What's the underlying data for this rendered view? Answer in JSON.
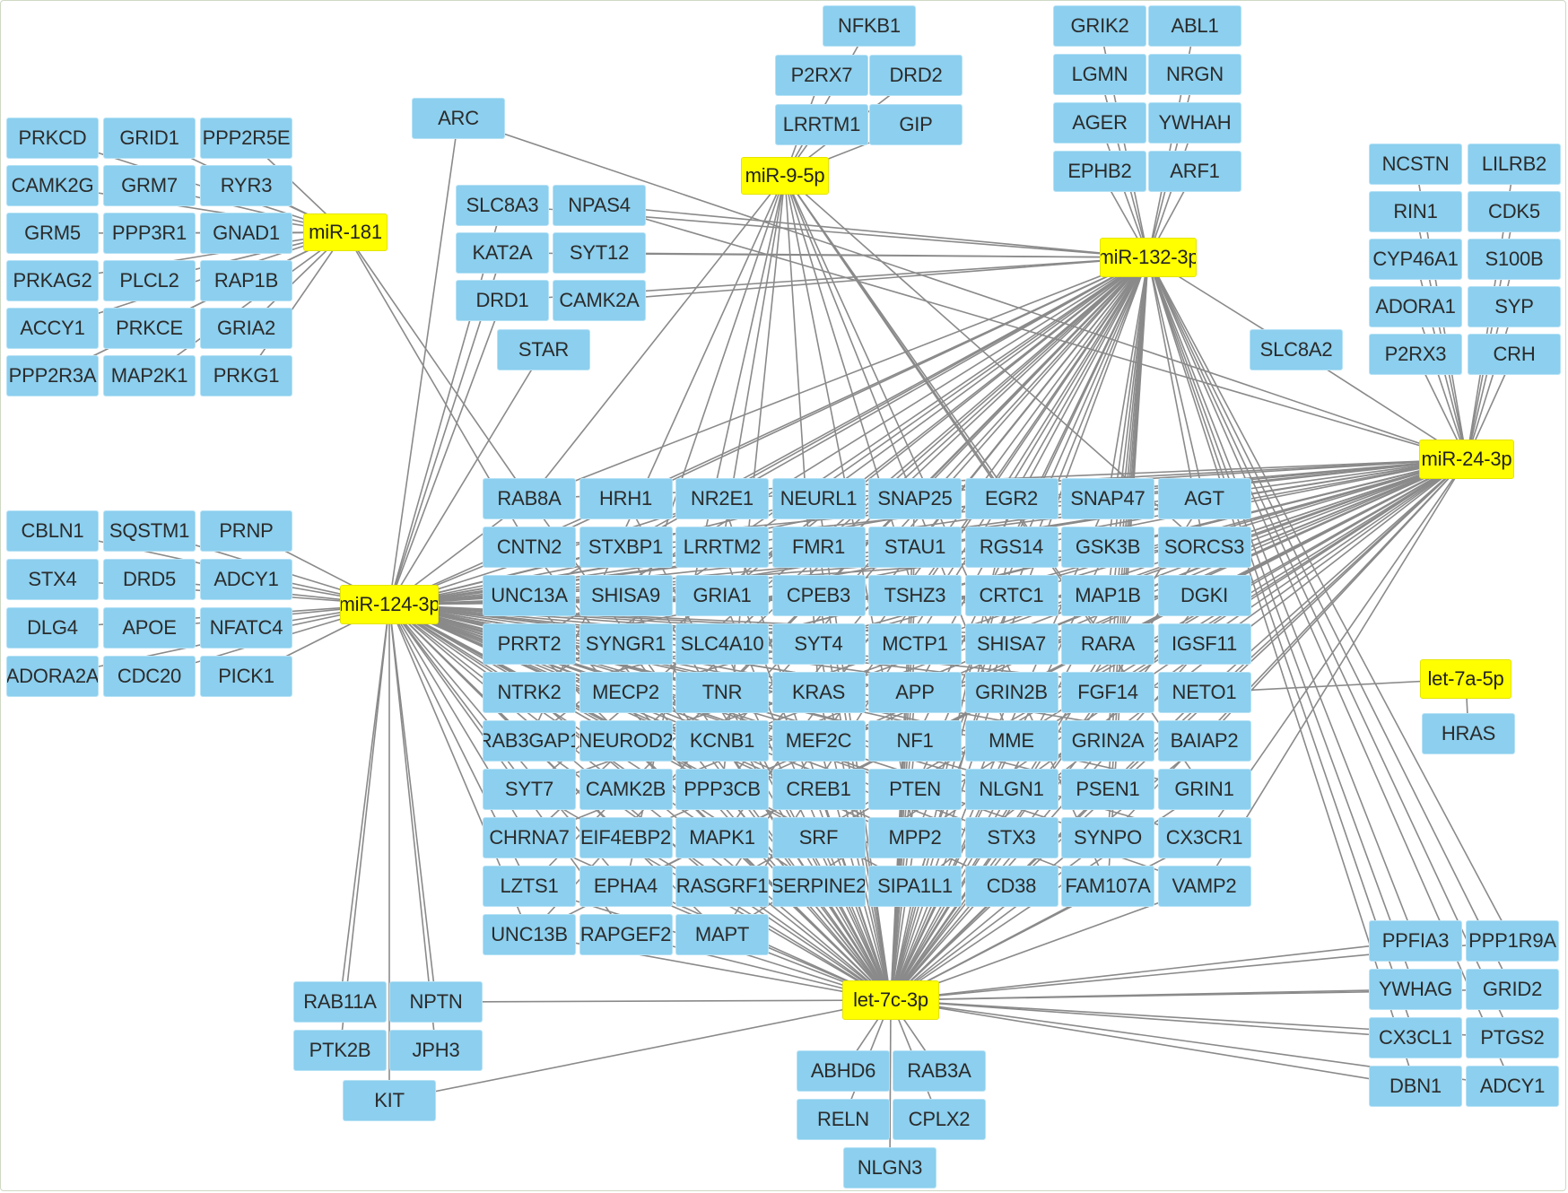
{
  "colors": {
    "gene": "#8ccfee",
    "mirna": "#ffff00",
    "edge": "#8a8a8a"
  },
  "mirnas": [
    {
      "id": "m181",
      "label": "miR-181"
    },
    {
      "id": "m95",
      "label": "miR-9-5p"
    },
    {
      "id": "m132",
      "label": "miR-132-3p"
    },
    {
      "id": "m24",
      "label": "miR-24-3p"
    },
    {
      "id": "m124",
      "label": "miR-124-3p"
    },
    {
      "id": "l7a",
      "label": "let-7a-5p"
    },
    {
      "id": "l7c",
      "label": "let-7c-3p"
    }
  ],
  "groups": {
    "m181_targets": [
      "PRKCD",
      "GRID1",
      "PPP2R5E",
      "CAMK2G",
      "GRM7",
      "RYR3",
      "GRM5",
      "PPP3R1",
      "GNAD1",
      "PRKAG2",
      "PLCL2",
      "RAP1B",
      "ACCY1",
      "PRKCE",
      "GRIA2",
      "PPP2R3A",
      "MAP2K1",
      "PRKG1"
    ],
    "m95_targets": [
      "NFKB1",
      "P2RX7",
      "DRD2",
      "LRRTM1",
      "GIP"
    ],
    "m132_targets": [
      "GRIK2",
      "ABL1",
      "LGMN",
      "NRGN",
      "AGER",
      "YWHAH",
      "EPHB2",
      "ARF1"
    ],
    "m24_targets": [
      "NCSTN",
      "LILRB2",
      "RIN1",
      "CDK5",
      "CYP46A1",
      "S100B",
      "ADORA1",
      "SYP",
      "P2RX3",
      "CRH"
    ],
    "m124_targets": [
      "CBLN1",
      "SQSTM1",
      "PRNP",
      "STX4",
      "DRD5",
      "ADCY1",
      "DLG4",
      "APOE",
      "NFATC4",
      "ADORA2A",
      "CDC20",
      "PICK1"
    ],
    "upper_shared": [
      "SLC8A3",
      "NPAS4",
      "KAT2A",
      "SYT12",
      "DRD1",
      "CAMK2A",
      "STAR"
    ],
    "singles": [
      "ARC",
      "SLC8A2",
      "HRAS"
    ],
    "central": [
      "RAB8A",
      "HRH1",
      "NR2E1",
      "NEURL1",
      "SNAP25",
      "EGR2",
      "SNAP47",
      "AGT",
      "CNTN2",
      "STXBP1",
      "LRRTM2",
      "FMR1",
      "STAU1",
      "RGS14",
      "GSK3B",
      "SORCS3",
      "UNC13A",
      "SHISA9",
      "GRIA1",
      "CPEB3",
      "TSHZ3",
      "CRTC1",
      "MAP1B",
      "DGKI",
      "PRRT2",
      "SYNGR1",
      "SLC4A10",
      "SYT4",
      "MCTP1",
      "SHISA7",
      "RARA",
      "IGSF11",
      "NTRK2",
      "MECP2",
      "TNR",
      "KRAS",
      "APP",
      "GRIN2B",
      "FGF14",
      "NETO1",
      "RAB3GAP1",
      "NEUROD2",
      "KCNB1",
      "MEF2C",
      "NF1",
      "MME",
      "GRIN2A",
      "BAIAP2",
      "SYT7",
      "CAMK2B",
      "PPP3CB",
      "CREB1",
      "PTEN",
      "NLGN1",
      "PSEN1",
      "GRIN1",
      "CHRNA7",
      "EIF4EBP2",
      "MAPK1",
      "SRF",
      "MPP2",
      "STX3",
      "SYNPO",
      "CX3CR1",
      "LZTS1",
      "EPHA4",
      "RASGRF1",
      "SERPINE2",
      "SIPA1L1",
      "CD38",
      "FAM107A",
      "VAMP2",
      "UNC13B",
      "RAPGEF2",
      "MAPT"
    ],
    "lower_left": [
      "RAB11A",
      "NPTN",
      "PTK2B",
      "JPH3",
      "KIT"
    ],
    "lower_mid": [
      "ABHD6",
      "RAB3A",
      "RELN",
      "CPLX2",
      "NLGN3"
    ],
    "lower_right": [
      "PPFIA3",
      "PPP1R9A",
      "YWHAG",
      "GRID2",
      "CX3CL1",
      "PTGS2",
      "DBN1",
      "ADCY1"
    ]
  }
}
